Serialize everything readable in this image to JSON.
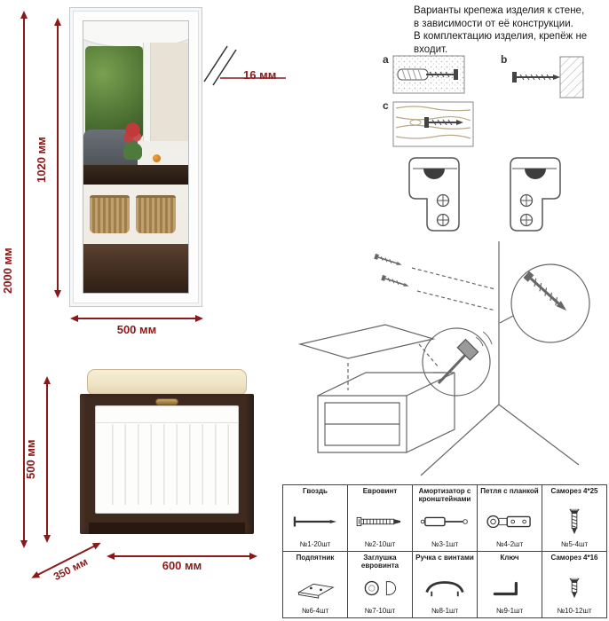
{
  "colors": {
    "dim": "#8a1a1a",
    "line": "#666666",
    "wood": "#3f2a1f",
    "cushion": "#efe3c4"
  },
  "note": {
    "lines": [
      "Варианты крепежа изделия к стене,",
      "в зависимости от её конструкции.",
      "В комплектацию изделия, крепёж не",
      "входит."
    ]
  },
  "dimensions": {
    "total_height": "2000 мм",
    "mirror_height": "1020 мм",
    "mirror_width": "500 мм",
    "panel_thickness": "16 мм",
    "bench_height": "500 мм",
    "bench_depth": "350 мм",
    "bench_width": "600 мм"
  },
  "mounting": {
    "option_a_label": "a",
    "option_b_label": "b",
    "option_c_label": "c"
  },
  "hardware": {
    "rows": [
      [
        {
          "name": "Гвоздь",
          "qty": "№1-20шт",
          "icon": "nail-icon"
        },
        {
          "name": "Евровинт",
          "qty": "№2-10шт",
          "icon": "confirmat-screw-icon"
        },
        {
          "name": "Амортизатор с кронштейнами",
          "qty": "№3-1шт",
          "icon": "gas-lift-icon"
        },
        {
          "name": "Петля с планкой",
          "qty": "№4-2шт",
          "icon": "hinge-icon"
        },
        {
          "name": "Саморез 4*25",
          "qty": "№5-4шт",
          "icon": "screw-long-icon"
        }
      ],
      [
        {
          "name": "Подпятник",
          "qty": "№6-4шт",
          "icon": "glide-icon"
        },
        {
          "name": "Заглушка евровинта",
          "qty": "№7-10шт",
          "icon": "cap-icon"
        },
        {
          "name": "Ручка с винтами",
          "qty": "№8-1шт",
          "icon": "handle-icon"
        },
        {
          "name": "Ключ",
          "qty": "№9-1шт",
          "icon": "hex-key-icon"
        },
        {
          "name": "Саморез 4*16",
          "qty": "№10-12шт",
          "icon": "screw-short-icon"
        }
      ]
    ]
  }
}
